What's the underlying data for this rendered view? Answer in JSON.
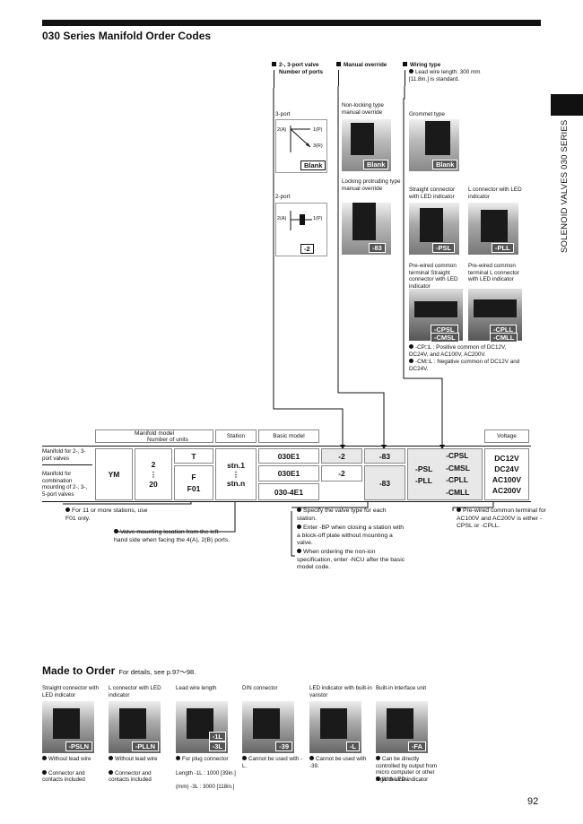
{
  "page": {
    "title": "030 Series Manifold Order Codes",
    "side_label": "SOLENOID VALVES 030 SERIES",
    "page_number": "92"
  },
  "sections": {
    "ports": {
      "heading_1": "2-, 3-port valve",
      "heading_2": "Number of ports",
      "port3": "3-port",
      "port2": "2-port",
      "code3": "Blank",
      "code2": "-2"
    },
    "override": {
      "heading": "Manual override",
      "opt1": "Non-locking type manual override",
      "code1": "Blank",
      "opt2": "Locking protruding type manual override",
      "code2": "-83"
    },
    "wiring": {
      "heading": "Wiring type",
      "note": "Lead wire length: 300 mm [11.8in.] is standard.",
      "grommet": "Grommet type",
      "grommet_code": "Blank",
      "straight": "Straight connector with LED indicator",
      "straight_code": "-PSL",
      "lconn": "L connector with LED indicator",
      "lconn_code": "-PLL",
      "prewired_straight": "Pre-wired common terminal Straight connector with LED indicator",
      "prewired_l": "Pre-wired common terminal L connector with LED indicator",
      "pw_s_code1": "-CPSL",
      "pw_s_code2": "-CMSL",
      "pw_l_code1": "-CPLL",
      "pw_l_code2": "-CMLL",
      "cp_note": "-CP□L : Positive common of DC12V, DC24V, and AC100V, AC200V.",
      "cm_note": "-CM□L : Negative common of DC12V and DC24V."
    }
  },
  "port_labels": {
    "p2a": "2(A)",
    "p1p": "1(P)",
    "p3r": "3(R)"
  },
  "table": {
    "h_model": "Manifold model",
    "h_units": "Number of units",
    "h_station": "Station",
    "h_basic": "Basic model",
    "h_voltage": "Voltage",
    "row1_label": "Manifold for 2-, 3-port valves",
    "row2_label": "Manifold for combination mounting of 2-, 3-, 5-port valves",
    "ym": "YM",
    "units_top": "2",
    "units_mid": "⋮",
    "units_bot": "20",
    "t": "T",
    "f": "F",
    "f01": "F01",
    "stn1": "stn.1",
    "stn_mid": "⋮",
    "stnn": "stn.n",
    "basic1": "030E1",
    "basic2": "030E1",
    "basic3": "030-4E1",
    "m2a": "-2",
    "m2b": "-2",
    "m83a": "-83",
    "m83b": "-83",
    "psl": "-PSL",
    "pll": "-PLL",
    "cpsl": "-CPSL",
    "cmsl": "-CMSL",
    "cpll": "-CPLL",
    "cmll": "-CMLL",
    "v1": "DC12V",
    "v2": "DC24V",
    "v3": "AC100V",
    "v4": "AC200V"
  },
  "notes": {
    "n1": "For 11 or more stations, use F01 only.",
    "n2": "Valve mounting location from the left-hand side when facing the 4(A), 2(B) ports.",
    "n3": "Specify the valve type for each station.",
    "n4": "Enter -BP when closing a station with a block-off plate without mounting a valve.",
    "n5": "When ordering the non-ion specification, enter -NCU after the basic model code.",
    "n6": "Pre-wired common terminal for AC100V and AC200V is either -CPSL or -CPLL."
  },
  "mto": {
    "title": "Made to Order",
    "subtitle": "For details, see p.97～98.",
    "items": [
      {
        "label": "Straight connector with LED indicator",
        "code": "-PSLN",
        "note1": "Without lead wire",
        "note2": "Connector and contacts included"
      },
      {
        "label": "L connector with LED indicator",
        "code": "-PLLN",
        "note1": "Without lead wire",
        "note2": "Connector and contacts included"
      },
      {
        "label": "Lead wire length",
        "code": "-1L",
        "code2": "-3L",
        "note1": "For plug connector",
        "note2": "Length -1L : 1000 [39in.]",
        "note3": "(mm)  -3L : 3000 [118in.]"
      },
      {
        "label": "DIN connector",
        "code": "-39",
        "note1": "Cannot be used with -L."
      },
      {
        "label": "LED indicator with built-in varistor",
        "code": "-L",
        "note1": "Cannot be used with -39."
      },
      {
        "label": "Built-in interface unit",
        "code": "-FA",
        "note1": "Can be directly controlled by output from micro computer or other logic devices.",
        "note2": "With LED indicator"
      }
    ]
  }
}
